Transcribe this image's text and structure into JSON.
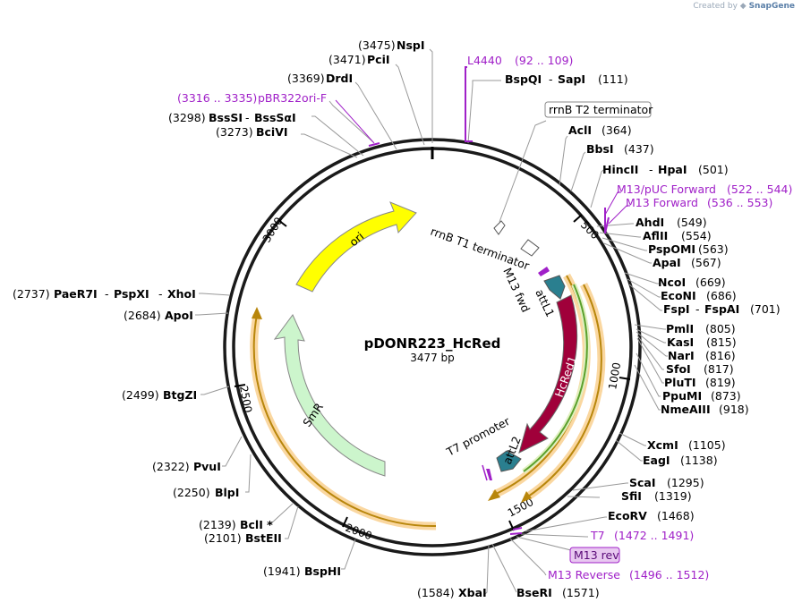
{
  "credit": {
    "prefix": "Created by",
    "brand": "SnapGene"
  },
  "plasmid": {
    "name": "pDONR223_HcRed",
    "size": "3477 bp"
  },
  "ticks": [
    "500",
    "1000",
    "1500",
    "2000",
    "2500",
    "3000"
  ],
  "features": {
    "ori": "ori",
    "smr": "SmR",
    "hcred": "HcRed1",
    "attl1": "attL1",
    "attl2": "attL2",
    "m13fwd": "M13 fwd",
    "t7promoter": "T7 promoter",
    "rrnbt1": "rrnB T1 terminator",
    "rrnbt2": "rrnB T2 terminator"
  },
  "sites": {
    "nspi": {
      "pos": "(3475)",
      "name": "NspI"
    },
    "pcii": {
      "pos": "(3471)",
      "name": "PciI"
    },
    "drdi": {
      "pos": "(3369)",
      "name": "DrdI"
    },
    "pbr322": {
      "pos": "(3316 .. 3335)",
      "name": "pBR322ori-F"
    },
    "bsssi": {
      "pos": "(3298)",
      "name": "BssSI",
      "alt": "BssSαI"
    },
    "bcivi": {
      "pos": "(3273)",
      "name": "BciVI"
    },
    "paer7i": {
      "pos": "(2737)",
      "name": "PaeR7I",
      "alt": "PspXI",
      "alt2": "XhoI"
    },
    "apoi": {
      "pos": "(2684)",
      "name": "ApoI"
    },
    "btgzi": {
      "pos": "(2499)",
      "name": "BtgZI"
    },
    "pvui": {
      "pos": "(2322)",
      "name": "PvuI"
    },
    "blpi": {
      "pos": "(2250)",
      "name": "BlpI"
    },
    "bcli": {
      "pos": "(2139)",
      "name": "BclI *"
    },
    "bsteii": {
      "pos": "(2101)",
      "name": "BstEII"
    },
    "bsphi": {
      "pos": "(1941)",
      "name": "BspHI"
    },
    "xbai": {
      "pos": "(1584)",
      "name": "XbaI"
    },
    "bseri": {
      "name": "BseRI",
      "pos": "(1571)"
    },
    "l4440": {
      "name": "L4440",
      "pos": "(92 .. 109)"
    },
    "bspqi": {
      "name": "BspQI",
      "alt": "SapI",
      "pos": "(111)"
    },
    "acli": {
      "name": "AclI",
      "pos": "(364)"
    },
    "bbsi": {
      "name": "BbsI",
      "pos": "(437)"
    },
    "hincii": {
      "name": "HincII",
      "alt": "HpaI",
      "pos": "(501)"
    },
    "m13puc": {
      "name": "M13/pUC Forward",
      "pos": "(522 .. 544)"
    },
    "m13fwdp": {
      "name": "M13 Forward",
      "pos": "(536 .. 553)"
    },
    "ahdi": {
      "name": "AhdI",
      "pos": "(549)"
    },
    "aflii": {
      "name": "AflII",
      "pos": "(554)"
    },
    "pspomi": {
      "name": "PspOMI",
      "pos": "(563)"
    },
    "apai": {
      "name": "ApaI",
      "pos": "(567)"
    },
    "ncoi": {
      "name": "NcoI",
      "pos": "(669)"
    },
    "econi": {
      "name": "EcoNI",
      "pos": "(686)"
    },
    "fspi": {
      "name": "FspI",
      "alt": "FspAI",
      "pos": "(701)"
    },
    "pmli": {
      "name": "PmlI",
      "pos": "(805)"
    },
    "kasi": {
      "name": "KasI",
      "pos": "(815)"
    },
    "nari": {
      "name": "NarI",
      "pos": "(816)"
    },
    "sfoi": {
      "name": "SfoI",
      "pos": "(817)"
    },
    "pluti": {
      "name": "PluTI",
      "pos": "(819)"
    },
    "ppumi": {
      "name": "PpuMI",
      "pos": "(873)"
    },
    "nmeaiii": {
      "name": "NmeAIII",
      "pos": "(918)"
    },
    "xcmi": {
      "name": "XcmI",
      "pos": "(1105)"
    },
    "eagi": {
      "name": "EagI",
      "pos": "(1138)"
    },
    "scai": {
      "name": "ScaI",
      "pos": "(1295)"
    },
    "sfii": {
      "name": "SfiI",
      "pos": "(1319)"
    },
    "ecorv": {
      "name": "EcoRV",
      "pos": "(1468)"
    },
    "t7": {
      "name": "T7",
      "pos": "(1472 .. 1491)"
    },
    "m13rev": {
      "name": "M13 rev"
    },
    "m13reverse": {
      "name": "M13 Reverse",
      "pos": "(1496 .. 1512)"
    }
  },
  "colors": {
    "ori": "#ffff00",
    "smr": "#ccf5cc",
    "hcred": "#a0003a",
    "att": "#2a7f8f",
    "primer": "#a020c8",
    "orange_band": "#fad7a0",
    "orange_line": "#b8860b",
    "green_line": "#5aa02c"
  }
}
